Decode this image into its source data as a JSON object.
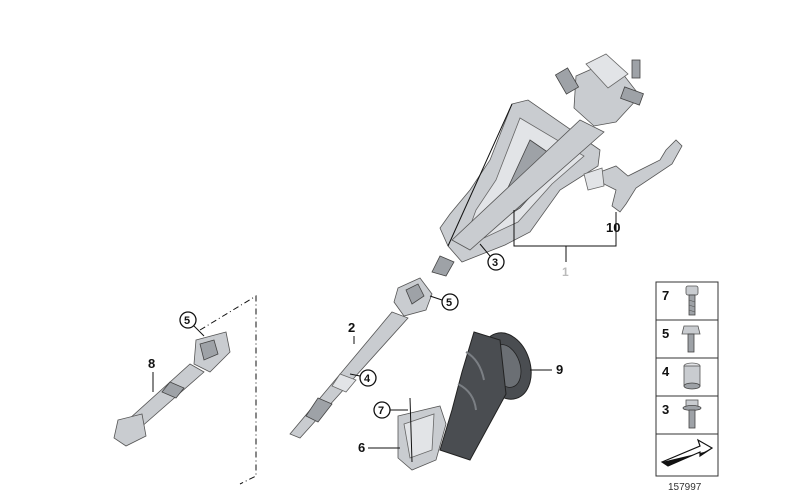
{
  "labels": {
    "part_1": "1",
    "part_2": "2",
    "part_3": "3",
    "part_4": "4",
    "part_5_upper": "5",
    "part_5_left": "5",
    "part_6": "6",
    "part_7": "7",
    "part_8": "8",
    "part_9": "9",
    "part_10": "10"
  },
  "legend": {
    "items": [
      {
        "num": "7",
        "icon": "cap-screw-icon"
      },
      {
        "num": "5",
        "icon": "hex-bolt-icon"
      },
      {
        "num": "4",
        "icon": "sleeve-nut-icon"
      },
      {
        "num": "3",
        "icon": "flange-bolt-icon"
      }
    ],
    "arrow_icon": "direction-arrow-icon"
  },
  "document_number": "157997",
  "colors": {
    "metal": "#c9ccd0",
    "rubber": "#4a4d51",
    "label_grey": "#bbbbbb"
  }
}
